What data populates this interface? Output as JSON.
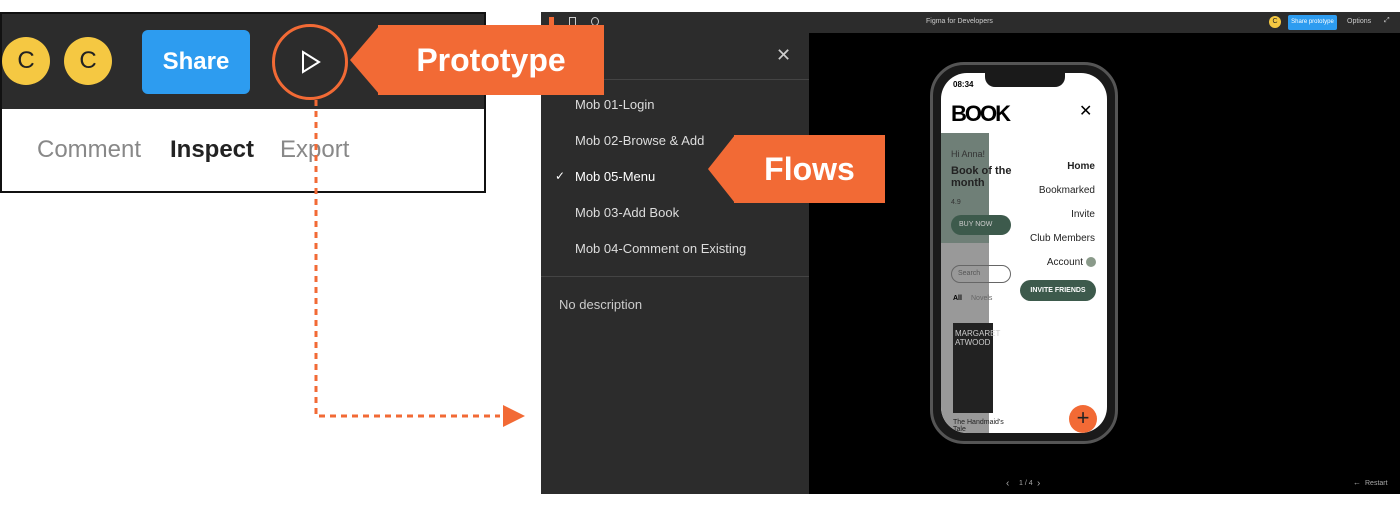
{
  "toolbar": {
    "avatar1": "C",
    "avatar2": "C",
    "share_label": "Share",
    "tabs": [
      "Comment",
      "Inspect",
      "Export"
    ]
  },
  "callouts": {
    "prototype": "Prototype",
    "flows": "Flows"
  },
  "figma": {
    "title": "Figma for Developers",
    "share_prototype": "Share prototype",
    "options": "Options",
    "avatar": "C",
    "flows": [
      {
        "label": "Mob 01-Login",
        "selected": false
      },
      {
        "label": "Mob 02-Browse & Add",
        "selected": false
      },
      {
        "label": "Mob 05-Menu",
        "selected": true
      },
      {
        "label": "Mob 03-Add Book",
        "selected": false
      },
      {
        "label": "Mob 04-Comment on Existing",
        "selected": false
      }
    ],
    "check": "✓",
    "close": "✕",
    "description": "No description",
    "page": "1 / 4",
    "restart": "Restart"
  },
  "phone": {
    "time": "08:34",
    "logo": "BOOK",
    "greeting": "Hi Anna!",
    "heading": "Book of the month",
    "rating": "4.9",
    "buy": "BUY NOW",
    "search": "Search",
    "filters": [
      "All",
      "Novels"
    ],
    "book_author": "MARGARET ATWOOD",
    "book_title": "The Handmaid's Tale",
    "menu": [
      "Home",
      "Bookmarked",
      "Invite",
      "Club Members",
      "Account"
    ],
    "invite_button": "INVITE FRIENDS"
  },
  "colors": {
    "accent": "#f26a35",
    "share": "#2d9cf0",
    "green": "#3d5a4c"
  }
}
